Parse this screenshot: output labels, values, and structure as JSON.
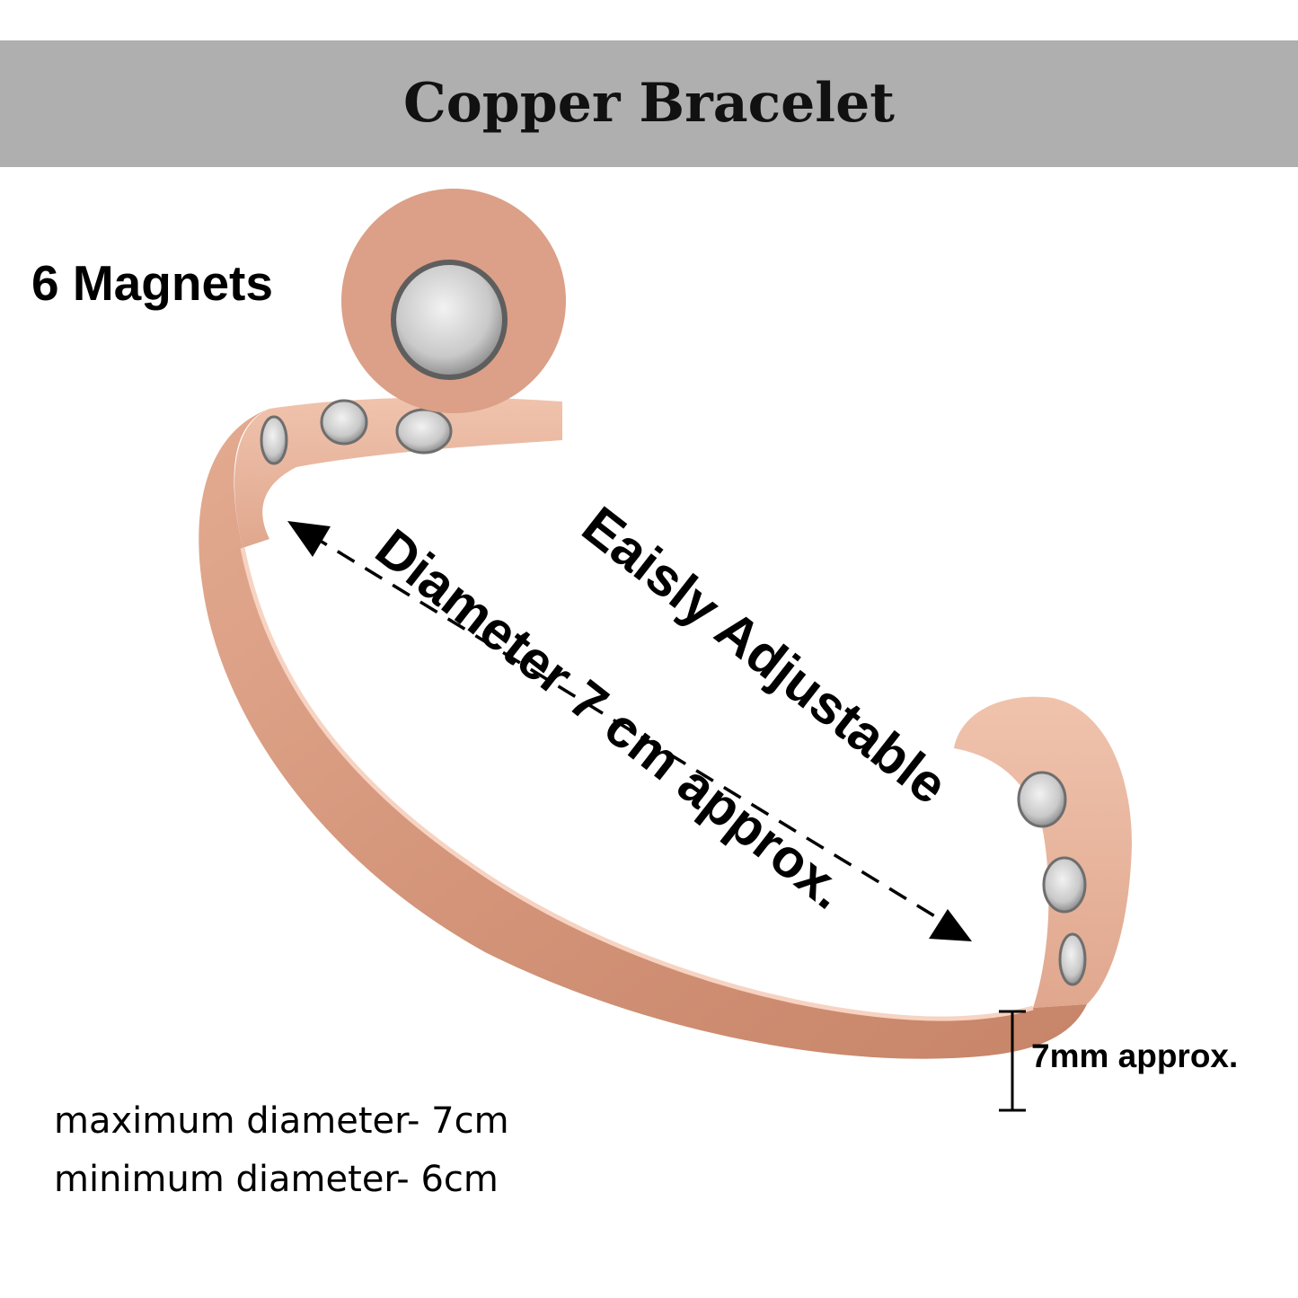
{
  "header": {
    "title": "Copper Bracelet",
    "bar_color": "#afafaf"
  },
  "product": {
    "name": "copper magnetic bracelet",
    "metal_color": "#d89a7c",
    "magnet_color": "#cfcfcf"
  },
  "labels": {
    "magnets": "6 Magnets",
    "adjustable": "Eaisly Adjustable",
    "diameter": "Diameter 7 cm approx.",
    "width": "7mm approx."
  },
  "specs": {
    "max_diameter": "maximum diameter- 7cm",
    "min_diameter": "minimum diameter- 6cm"
  }
}
